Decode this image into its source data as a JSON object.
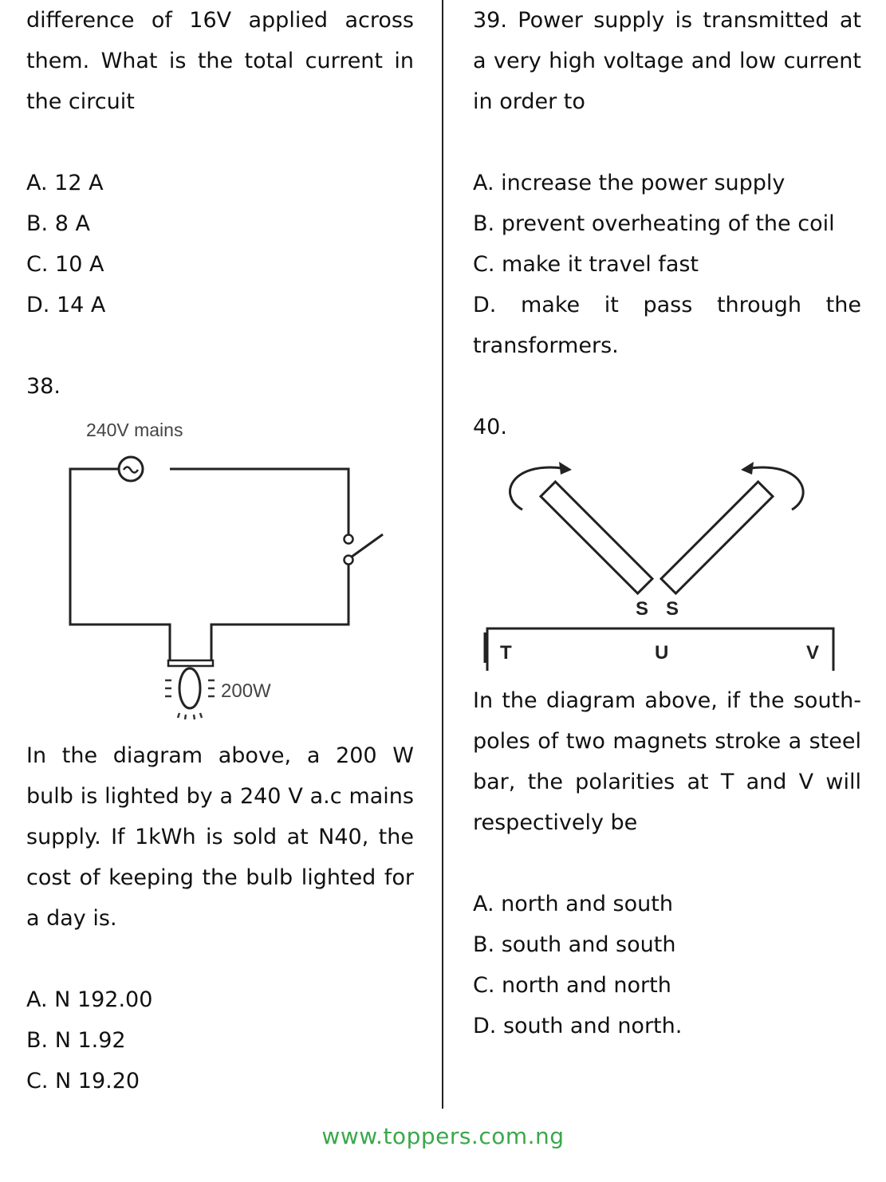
{
  "left": {
    "q37_text": "difference of 16V applied across them. What is the total current in the circuit",
    "q37_options": [
      "A. 12 A",
      "B. 8 A",
      "C. 10 A",
      "D. 14 A"
    ],
    "q38_number": "38.",
    "q38_figure": {
      "source_label": "240V mains",
      "bulb_label": "200W"
    },
    "q38_text": "In the diagram above, a 200 W bulb is lighted by a 240 V a.c mains supply. If 1kWh is sold at N40, the cost of keeping the bulb lighted for a day is.",
    "q38_options": [
      "A. N 192.00",
      "B. N 1.92",
      "C. N 19.20"
    ]
  },
  "right": {
    "q39_text": "39. Power supply is transmitted at a very high voltage and low current in order to",
    "q39_options": [
      "A. increase the power supply",
      "B. prevent overheating of the coil",
      "C. make it travel fast",
      "D. make it pass through the transformers."
    ],
    "q40_number": "40.",
    "q40_figure": {
      "pole_left": "S",
      "pole_right": "S",
      "end_left": "T",
      "middle": "U",
      "end_right": "V"
    },
    "q40_text": "In the diagram above, if the south-poles of two magnets stroke a steel bar, the polarities at T and V will respectively be",
    "q40_options": [
      "A. north and south",
      "B. south and south",
      "C. north and north",
      "D. south and north."
    ]
  },
  "footer": {
    "url": "www.toppers.com.ng"
  }
}
